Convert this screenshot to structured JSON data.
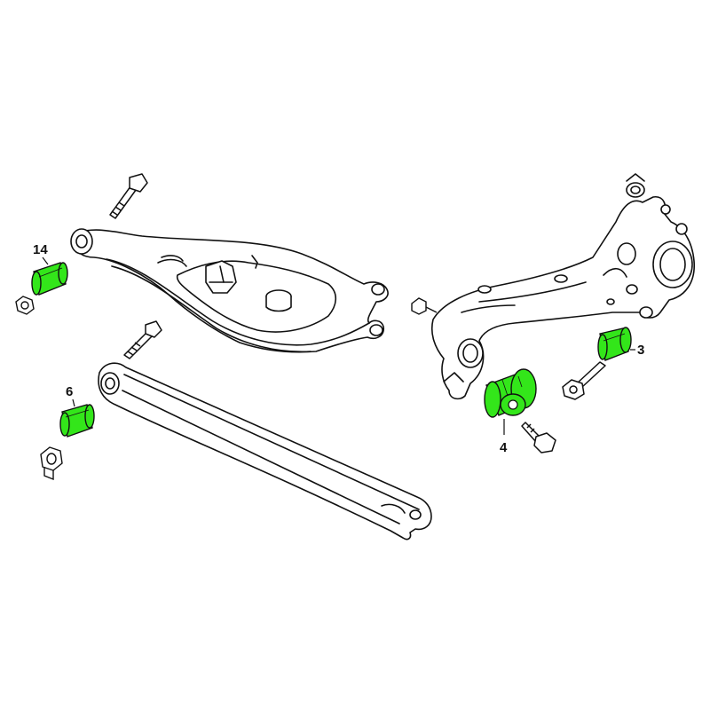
{
  "callouts": [
    {
      "id": "14",
      "label": "14"
    },
    {
      "id": "6",
      "label": "6"
    },
    {
      "id": "3",
      "label": "3"
    },
    {
      "id": "4",
      "label": "4"
    }
  ],
  "colors": {
    "highlight": "#33e61a",
    "line": "#111111",
    "background": "#ffffff"
  },
  "parts": [
    "upper-control-arm",
    "lower-link-arm",
    "wheel-carrier",
    "bushing-14",
    "bushing-6",
    "bushing-3",
    "bushing-4",
    "bolts",
    "nuts"
  ]
}
